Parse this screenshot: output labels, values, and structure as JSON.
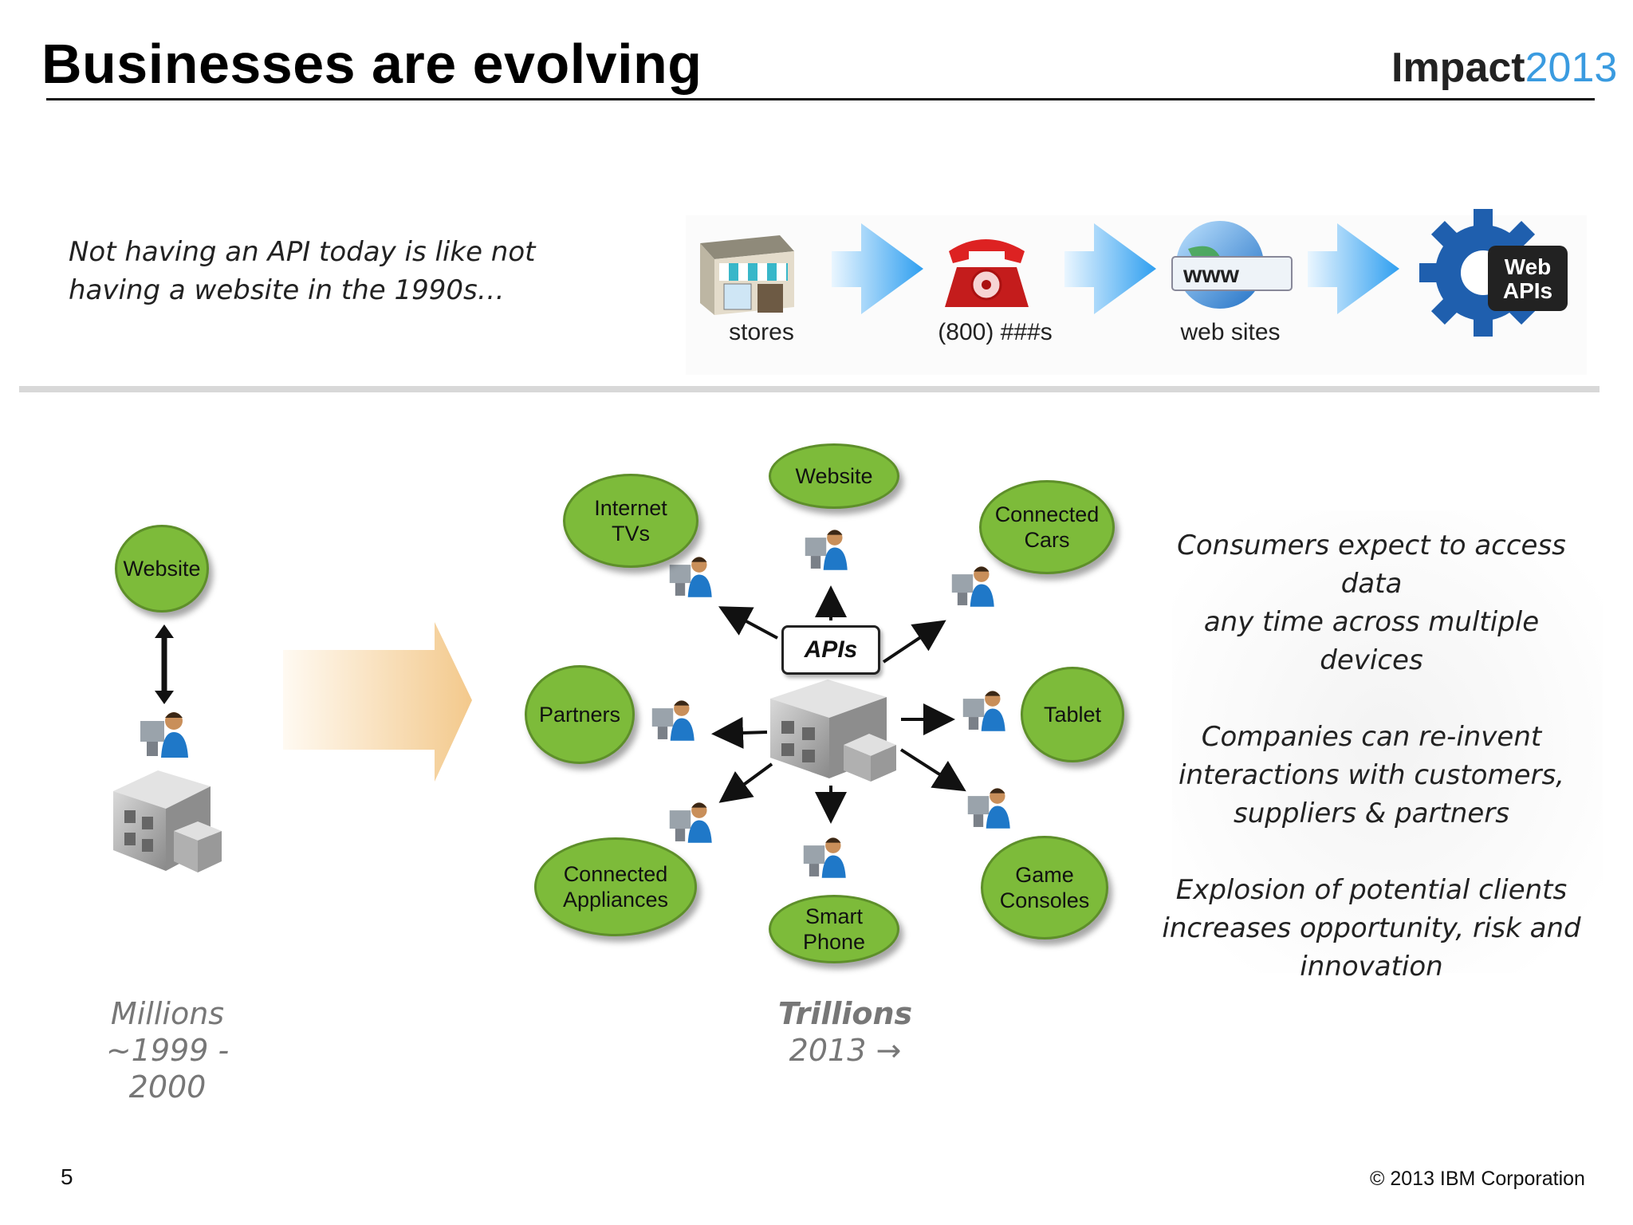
{
  "header": {
    "title": "Businesses are evolving",
    "logo_word": "Impact",
    "logo_year": "2013"
  },
  "quote": "Not having an API today is like not\nhaving a website in the 1990s…",
  "evolution": {
    "steps": [
      "stores",
      "(800) ###s",
      "web sites"
    ],
    "icons": [
      "storefront-icon",
      "telephone-icon",
      "www-globe-icon",
      "web-apis-gear-icon"
    ],
    "gear_label_line1": "Web",
    "gear_label_line2": "APIs",
    "www_label": "www"
  },
  "past": {
    "bubble": "Website",
    "caption_line1": "Millions",
    "caption_line2": "~1999 - 2000"
  },
  "present": {
    "hub_label": "APIs",
    "nodes": {
      "website": "Website",
      "internet_tvs": "Internet\nTVs",
      "connected_cars": "Connected\nCars",
      "partners": "Partners",
      "tablet": "Tablet",
      "connected_appliances": "Connected\nAppliances",
      "smart_phone": "Smart\nPhone",
      "game_consoles": "Game\nConsoles"
    },
    "caption_line1": "Trillions",
    "caption_line2": "2013 →"
  },
  "side_text": [
    "Consumers expect to access data\nany time across multiple devices",
    "Companies can re-invent\ninteractions with customers,\nsuppliers & partners",
    "Explosion of potential clients\nincreases opportunity, risk and\ninnovation"
  ],
  "footer": {
    "page_number": "5",
    "copyright": "© 2013 IBM Corporation"
  },
  "colors": {
    "bubble_green": "#7dbb3a",
    "arrow_blue": "#3ea8ef",
    "accent_blue": "#3a9be0"
  }
}
